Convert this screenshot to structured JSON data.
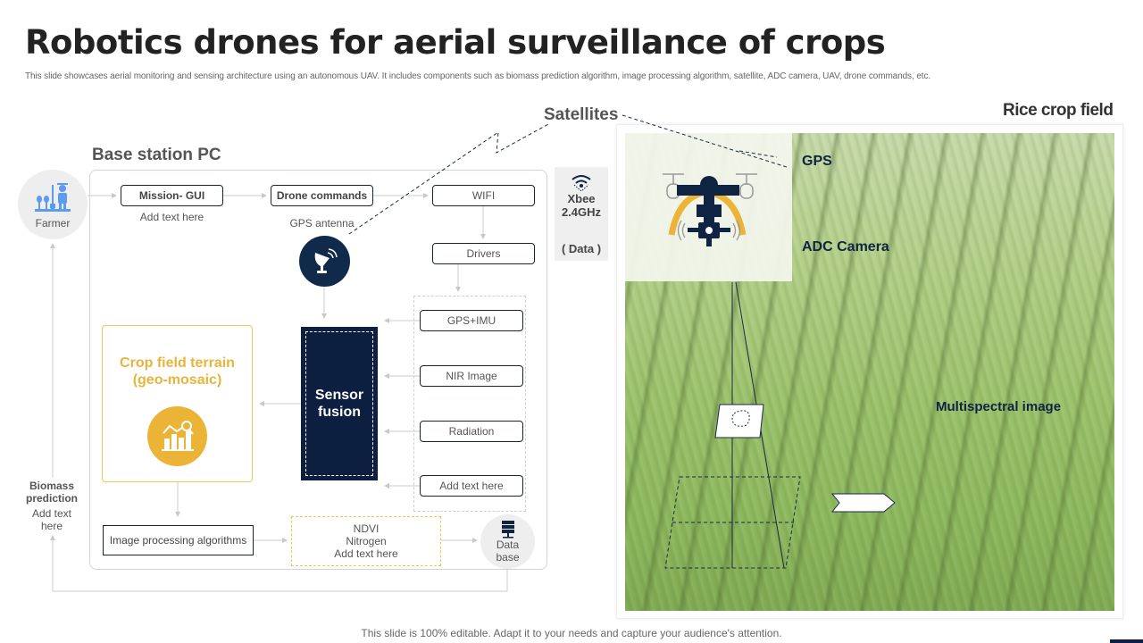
{
  "header": {
    "title": "Robotics drones for aerial surveillance of crops",
    "subtitle": "This slide showcases aerial monitoring and sensing architecture using an autonomous UAV. It includes components such as biomass prediction algorithm, image processing algorithm, satellite, ADC camera, UAV, drone commands, etc."
  },
  "diagram": {
    "base_station_label": "Base station PC",
    "satellites_label": "Satellites",
    "farmer": {
      "label": "Farmer",
      "icon": "farmer-icon"
    },
    "mission_gui": {
      "label": "Mission- GUI",
      "caption": "Add text here"
    },
    "drone_commands": {
      "label": "Drone commands"
    },
    "gps_antenna": {
      "label": "GPS antenna",
      "icon": "satellite-dish-icon"
    },
    "wifi": {
      "label": "WIFI"
    },
    "drivers": {
      "label": "Drivers"
    },
    "sensors": [
      {
        "label": "GPS+IMU"
      },
      {
        "label": "NIR Image"
      },
      {
        "label": "Radiation"
      },
      {
        "label": "Add text here"
      }
    ],
    "sensor_fusion": {
      "line1": "Sensor",
      "line2": "fusion"
    },
    "crop_terrain": {
      "line1": "Crop field terrain",
      "line2": "(geo-mosaic)",
      "icon": "chart-analysis-icon"
    },
    "image_processing": {
      "label": "Image processing algorithms"
    },
    "ndvi": {
      "line1": "NDVI",
      "line2": "Nitrogen",
      "line3": "Add text here"
    },
    "database": {
      "line1": "Data",
      "line2": "base",
      "icon": "database-server-icon"
    },
    "biomass": {
      "line1": "Biomass",
      "line2": "prediction",
      "caption1": "Add text",
      "caption2": "here"
    },
    "xbee": {
      "line1": "Xbee",
      "line2": "2.4GHz",
      "data": "( Data )",
      "icon": "wireless-signal-icon"
    }
  },
  "field": {
    "title": "Rice crop field",
    "gps_label": "GPS",
    "adc_label": "ADC Camera",
    "multispectral_label": "Multispectral image",
    "drone_icon": "drone-camera-icon"
  },
  "colors": {
    "navy": "#0d1f40",
    "gold": "#ebb437",
    "farmer_blue": "#5b9cf0",
    "gray_bg": "#eeeeee"
  },
  "footer": {
    "text": "This slide is 100% editable. Adapt it to your needs and capture your audience's attention."
  }
}
